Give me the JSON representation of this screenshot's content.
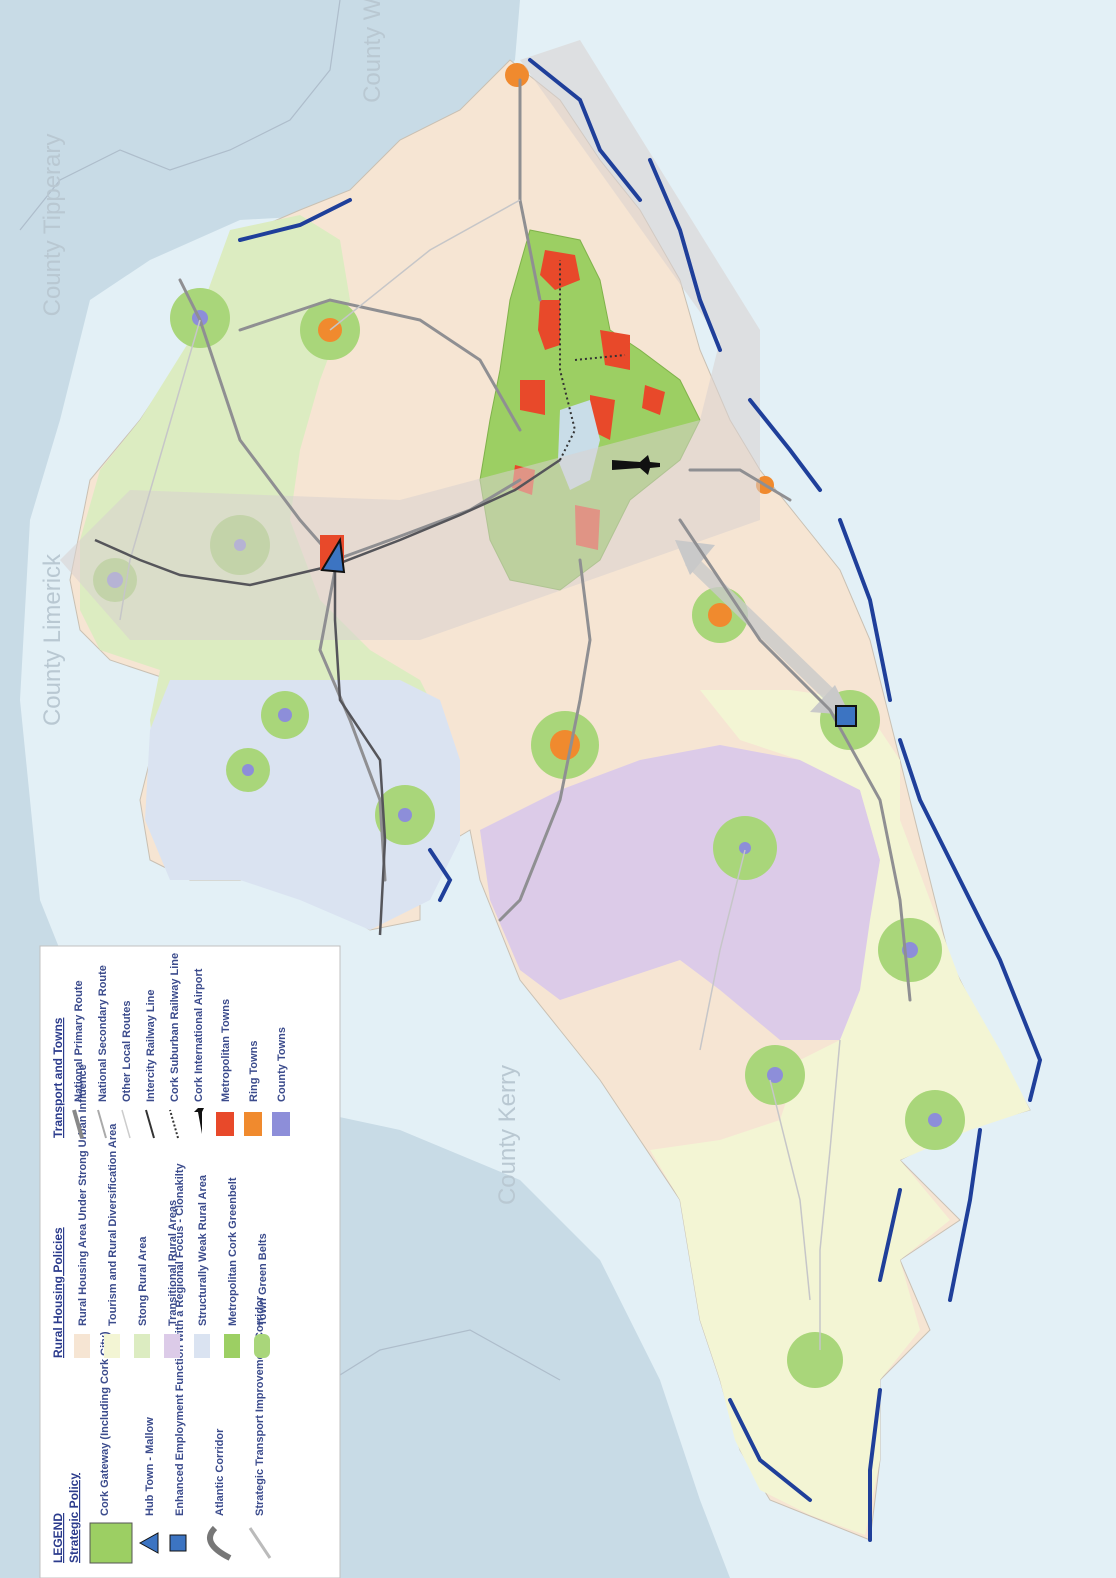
{
  "counties": {
    "waterford": "County Water",
    "tipperary": "County Tipperary",
    "limerick": "County Limerick",
    "kerry": "County Kerry"
  },
  "legend": {
    "title": "LEGEND",
    "strategic_policy_heading": "Strategic Policy",
    "strategic": [
      {
        "label": "Cork Gateway (Including Cork City)",
        "icon": "gateway-swatch"
      },
      {
        "label": "Hub Town - Mallow",
        "icon": "triangle-icon"
      },
      {
        "label": "Enhanced Employment Function with a Regional Focus - Clonakilty",
        "icon": "square-icon"
      },
      {
        "label": "Atlantic Corridor",
        "icon": "curved-arrow-icon"
      },
      {
        "label": "Strategic Transport Improvement Corridor",
        "icon": "double-arrow-icon"
      }
    ],
    "rural_heading": "Rural Housing Policies",
    "rural": [
      {
        "label": "Rural Housing Area Under Strong Urban Influence",
        "color": "#f7e6d3"
      },
      {
        "label": "Tourism and Rural Diversification Area",
        "color": "#f3f5d6"
      },
      {
        "label": "Stong Rural Area",
        "color": "#dbecbf"
      },
      {
        "label": "Transitional Rural Areas",
        "color": "#dccde9"
      },
      {
        "label": "Structurally Weak Rural Area",
        "color": "#dbe3f1"
      },
      {
        "label": "Metropolitan Cork Greenbelt",
        "color": "#9ccf62"
      },
      {
        "label": "Town Green Belts",
        "color": "#a9d67a"
      }
    ],
    "transport_heading": "Transport and Towns",
    "transport": [
      {
        "label": "National Primary Route",
        "icon": "primary-route-line"
      },
      {
        "label": "National Secondary Route",
        "icon": "secondary-route-line"
      },
      {
        "label": "Other Local Routes",
        "icon": "local-route-line"
      },
      {
        "label": "Intercity Railway Line",
        "icon": "railway-icon"
      },
      {
        "label": "Cork Suburban Railway Line",
        "icon": "suburban-railway-icon"
      },
      {
        "label": "Cork International Airport",
        "icon": "airplane-icon"
      },
      {
        "label": "Metropolitan Towns",
        "color": "#e8492a"
      },
      {
        "label": "Ring Towns",
        "color": "#f08a2e"
      },
      {
        "label": "County Towns",
        "color": "#8d8ed9"
      }
    ]
  },
  "colors": {
    "sea": "#dfeef5",
    "neighbour_land": "#c9dce7",
    "coast": "#1f3f9a"
  }
}
